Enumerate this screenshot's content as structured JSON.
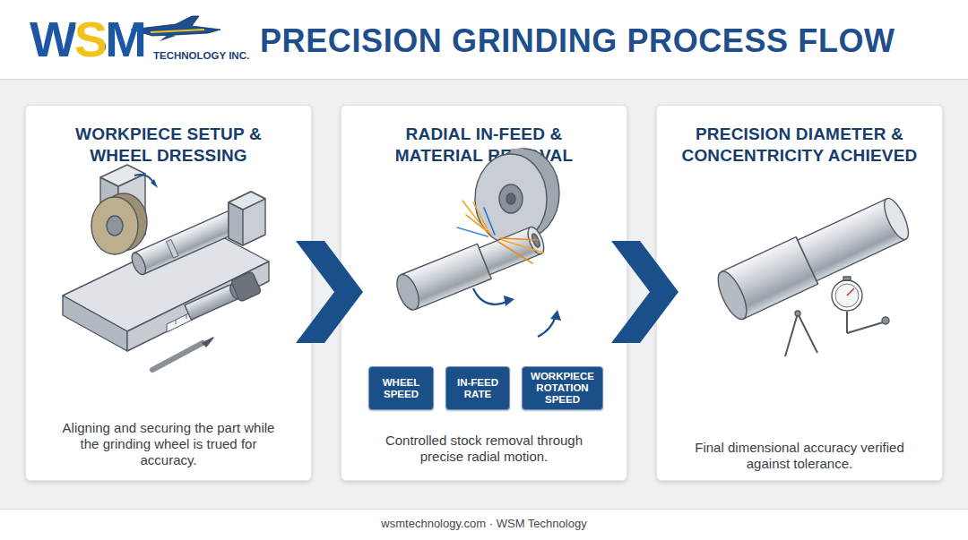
{
  "diagram": {
    "title": "PRECISION GRINDING PROCESS FLOW",
    "caption": "wsmtechnology.com · WSM Technology",
    "nodes": [
      {
        "text": [
          "WORKPIECE SETUP & WHEEL DRESSING",
          "Aligning and securing the part while the grinding wheel is trued for accuracy."
        ]
      },
      {
        "text": [
          "RADIAL IN-FEED & MATERIAL REMOVAL",
          "Controlled stock removal through precise radial motion."
        ]
      },
      {
        "text": [
          "WHEEL SPEED"
        ],
        "in": 1
      },
      {
        "text": [
          "IN-FEED RATE"
        ],
        "in": 1
      },
      {
        "text": [
          "WORKPIECE ROTATION SPEED"
        ],
        "in": 1
      },
      {
        "text": [
          "PRECISION DIAMETER & CONCENTRICITY ACHIEVED",
          "Final dimensional accuracy verified against tolerance."
        ]
      }
    ],
    "edges": [
      {
        "from": 0,
        "to": 1,
        "arrow": "to"
      },
      {
        "from": 1,
        "to": 5,
        "arrow": "to"
      }
    ],
    "labels": [
      "WSM",
      "TECHNOLOGY INC."
    ]
  }
}
